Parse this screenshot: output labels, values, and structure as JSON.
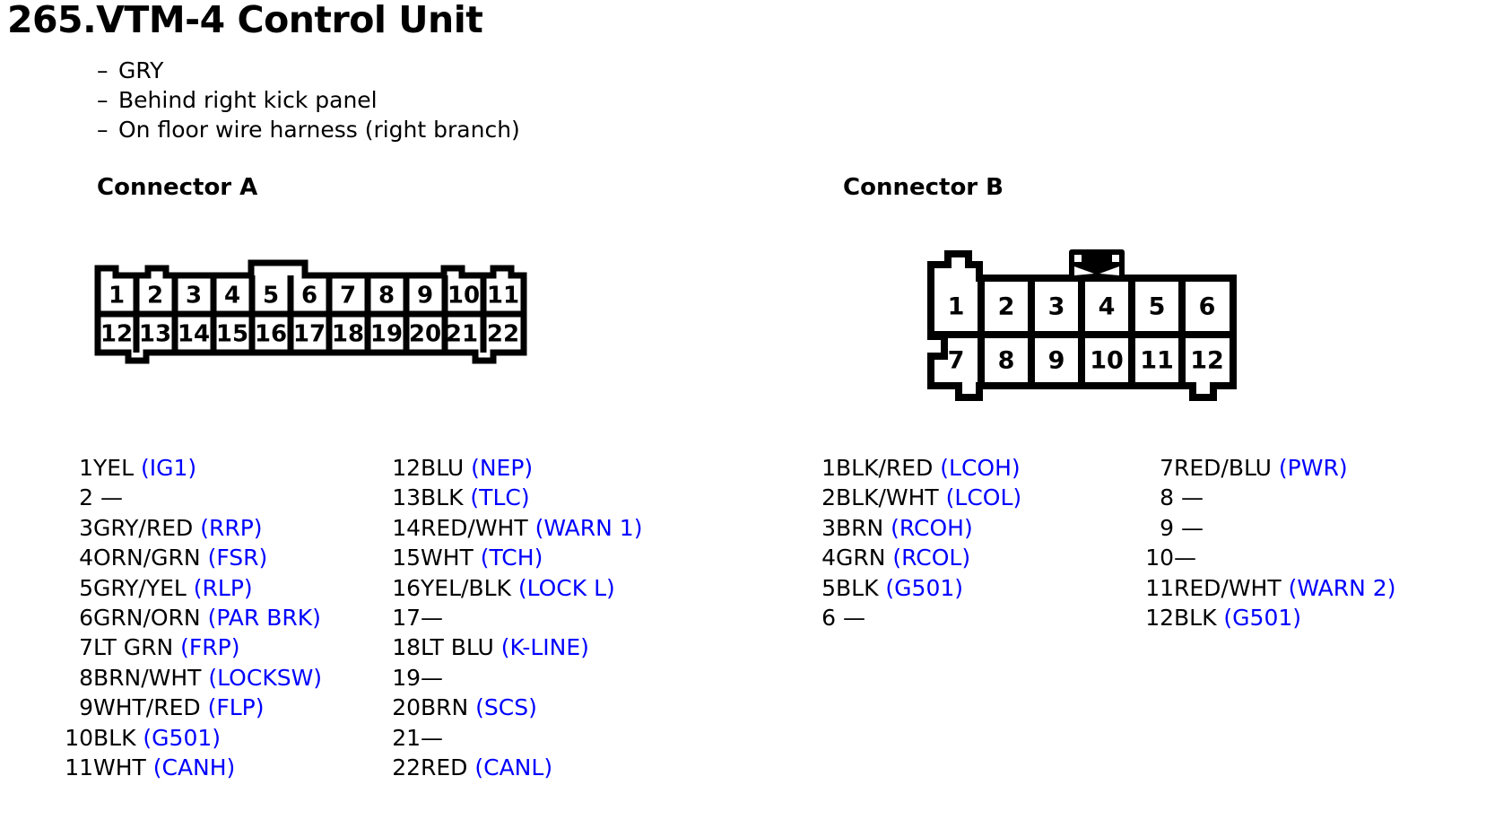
{
  "title": "265.VTM-4 Control Unit",
  "bullets": [
    {
      "dash": "–",
      "text": "GRY"
    },
    {
      "dash": "–",
      "text": "Behind right kick panel"
    },
    {
      "dash": "–",
      "text": "On floor wire harness (right branch)"
    }
  ],
  "colors": {
    "signal_blue": "#0000ff",
    "text_black": "#000000",
    "background": "#ffffff"
  },
  "connector_a": {
    "heading": "Connector A",
    "diagram": {
      "top_row_pins": [
        "1",
        "2",
        "3",
        "4",
        "5",
        "6",
        "7",
        "8",
        "9",
        "10",
        "11"
      ],
      "bottom_row_pins": [
        "12",
        "13",
        "14",
        "15",
        "16",
        "17",
        "18",
        "19",
        "20",
        "21",
        "22"
      ]
    },
    "pins_left": [
      {
        "num": "1",
        "wire": "YEL ",
        "sig": "(IG1)"
      },
      {
        "num": "2",
        "wire": " —",
        "sig": ""
      },
      {
        "num": "3",
        "wire": "GRY/RED ",
        "sig": "(RRP)"
      },
      {
        "num": "4",
        "wire": "ORN/GRN ",
        "sig": "(FSR)"
      },
      {
        "num": "5",
        "wire": "GRY/YEL ",
        "sig": "(RLP)"
      },
      {
        "num": "6",
        "wire": "GRN/ORN ",
        "sig": "(PAR BRK)"
      },
      {
        "num": "7",
        "wire": "LT GRN ",
        "sig": "(FRP)"
      },
      {
        "num": "8",
        "wire": "BRN/WHT ",
        "sig": "(LOCKSW)"
      },
      {
        "num": "9",
        "wire": "WHT/RED ",
        "sig": "(FLP)"
      },
      {
        "num": "10",
        "wire": "BLK ",
        "sig": "(G501)"
      },
      {
        "num": "11",
        "wire": "WHT ",
        "sig": "(CANH)"
      }
    ],
    "pins_right": [
      {
        "num": "12",
        "wire": "BLU ",
        "sig": "(NEP)"
      },
      {
        "num": "13",
        "wire": "BLK ",
        "sig": "(TLC)"
      },
      {
        "num": "14",
        "wire": "RED/WHT ",
        "sig": "(WARN 1)"
      },
      {
        "num": "15",
        "wire": "WHT ",
        "sig": "(TCH)"
      },
      {
        "num": "16",
        "wire": "YEL/BLK ",
        "sig": "(LOCK L)"
      },
      {
        "num": "17",
        "wire": "—",
        "sig": ""
      },
      {
        "num": "18",
        "wire": "LT BLU ",
        "sig": "(K-LINE)"
      },
      {
        "num": "19",
        "wire": "—",
        "sig": ""
      },
      {
        "num": "20",
        "wire": "BRN ",
        "sig": "(SCS)"
      },
      {
        "num": "21",
        "wire": "—",
        "sig": ""
      },
      {
        "num": "22",
        "wire": "RED ",
        "sig": "(CANL)"
      }
    ]
  },
  "connector_b": {
    "heading": "Connector B",
    "diagram": {
      "top_row_pins": [
        "1",
        "2",
        "3",
        "4",
        "5",
        "6"
      ],
      "bottom_row_pins": [
        "7",
        "8",
        "9",
        "10",
        "11",
        "12"
      ]
    },
    "pins_left": [
      {
        "num": "1",
        "wire": "BLK/RED ",
        "sig": "(LCOH)"
      },
      {
        "num": "2",
        "wire": "BLK/WHT ",
        "sig": "(LCOL)"
      },
      {
        "num": "3",
        "wire": "BRN ",
        "sig": "(RCOH)"
      },
      {
        "num": "4",
        "wire": "GRN ",
        "sig": "(RCOL)"
      },
      {
        "num": "5",
        "wire": "BLK ",
        "sig": "(G501)"
      },
      {
        "num": "6",
        "wire": " —",
        "sig": ""
      }
    ],
    "pins_right": [
      {
        "num": "7",
        "wire": "RED/BLU ",
        "sig": "(PWR)"
      },
      {
        "num": "8",
        "wire": " —",
        "sig": ""
      },
      {
        "num": "9",
        "wire": " —",
        "sig": ""
      },
      {
        "num": "10",
        "wire": "—",
        "sig": ""
      },
      {
        "num": "11",
        "wire": "RED/WHT ",
        "sig": "(WARN 2)"
      },
      {
        "num": "12",
        "wire": "BLK ",
        "sig": "(G501)"
      }
    ]
  }
}
